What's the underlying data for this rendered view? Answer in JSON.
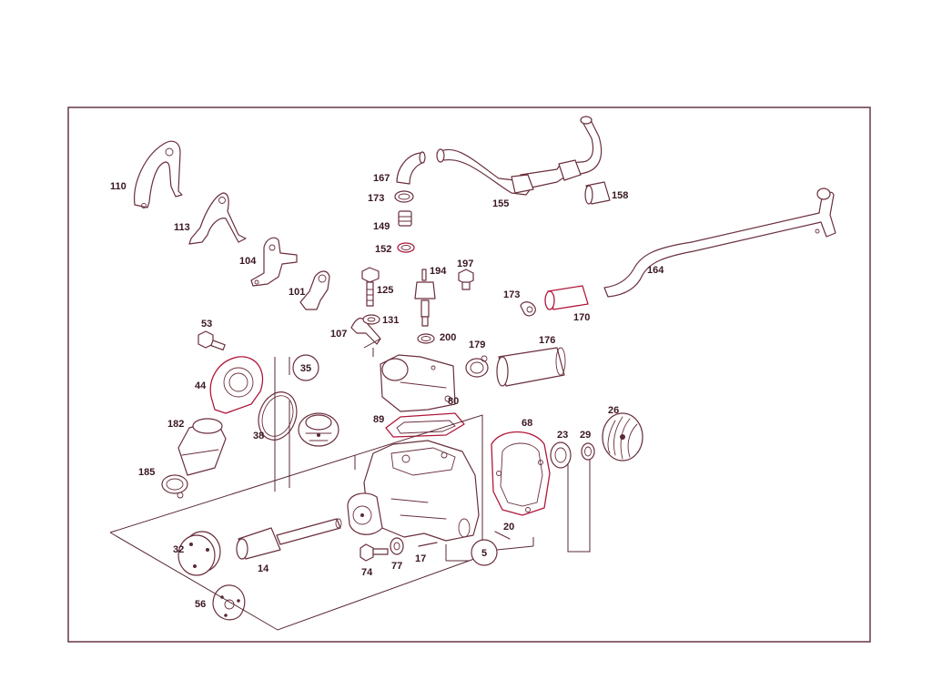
{
  "diagram": {
    "part_numbers": {
      "p110": "110",
      "p113": "113",
      "p104": "104",
      "p101": "101",
      "p107": "107",
      "p167": "167",
      "p173a": "173",
      "p149": "149",
      "p152": "152",
      "p155": "155",
      "p158": "158",
      "p164": "164",
      "p125": "125",
      "p131": "131",
      "p194": "194",
      "p197": "197",
      "p200": "200",
      "p173b": "173",
      "p170": "170",
      "p53": "53",
      "p44": "44",
      "p35": "35",
      "p38": "38",
      "p182": "182",
      "p185": "185",
      "p179": "179",
      "p176": "176",
      "p80": "80",
      "p89": "89",
      "p68": "68",
      "p23": "23",
      "p29": "29",
      "p26": "26",
      "p20": "20",
      "p5": "5",
      "p17": "17",
      "p77": "77",
      "p74": "74",
      "p32": "32",
      "p14": "14",
      "p56": "56"
    },
    "colors": {
      "line": "#6a2f3c",
      "highlight": "#b0173a",
      "text": "#3a1620"
    }
  }
}
